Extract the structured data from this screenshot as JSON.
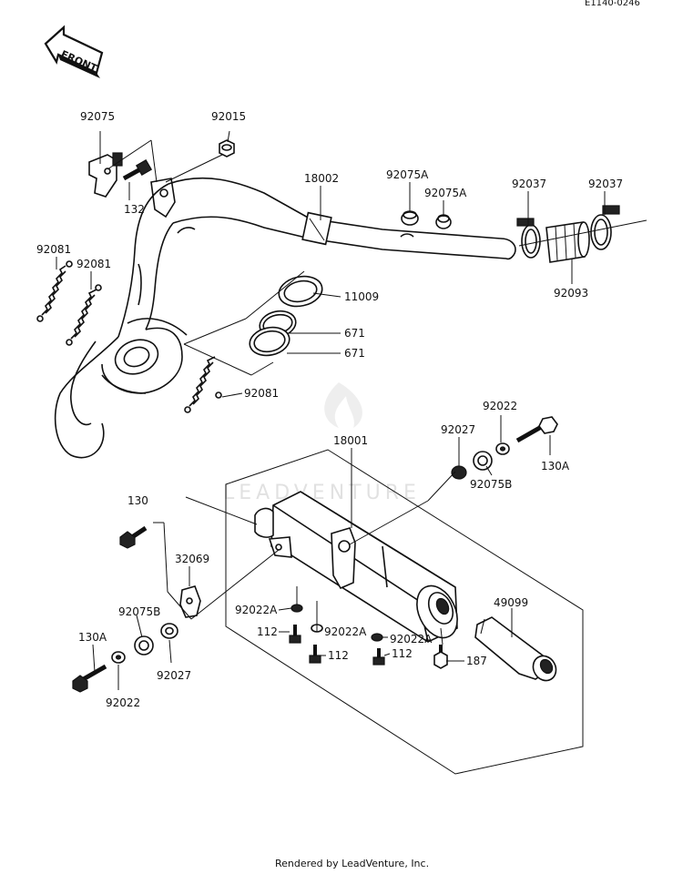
{
  "diagram_ref": "E1140-0246",
  "front_label": "FRONT",
  "watermark": "LEADVENTURE",
  "footer": "Rendered by LeadVenture, Inc.",
  "parts": {
    "p92075": "92075",
    "p92015": "92015",
    "p132": "132",
    "p18002": "18002",
    "p92075A_1": "92075A",
    "p92075A_2": "92075A",
    "p92037_1": "92037",
    "p92037_2": "92037",
    "p92093": "92093",
    "p92081_1": "92081",
    "p92081_2": "92081",
    "p92081_3": "92081",
    "p11009": "11009",
    "p671_1": "671",
    "p671_2": "671",
    "p18001": "18001",
    "p92027_1": "92027",
    "p92022_1": "92022",
    "p130A_1": "130A",
    "p92075B_1": "92075B",
    "p130": "130",
    "p32069": "32069",
    "p92075B_2": "92075B",
    "p92022A_1": "92022A",
    "p92022A_2": "92022A",
    "p92022A_3": "92022A",
    "p112_1": "112",
    "p112_2": "112",
    "p112_3": "112",
    "p49099": "49099",
    "p187": "187",
    "p130A_2": "130A",
    "p92027_2": "92027",
    "p92022_2": "92022"
  }
}
